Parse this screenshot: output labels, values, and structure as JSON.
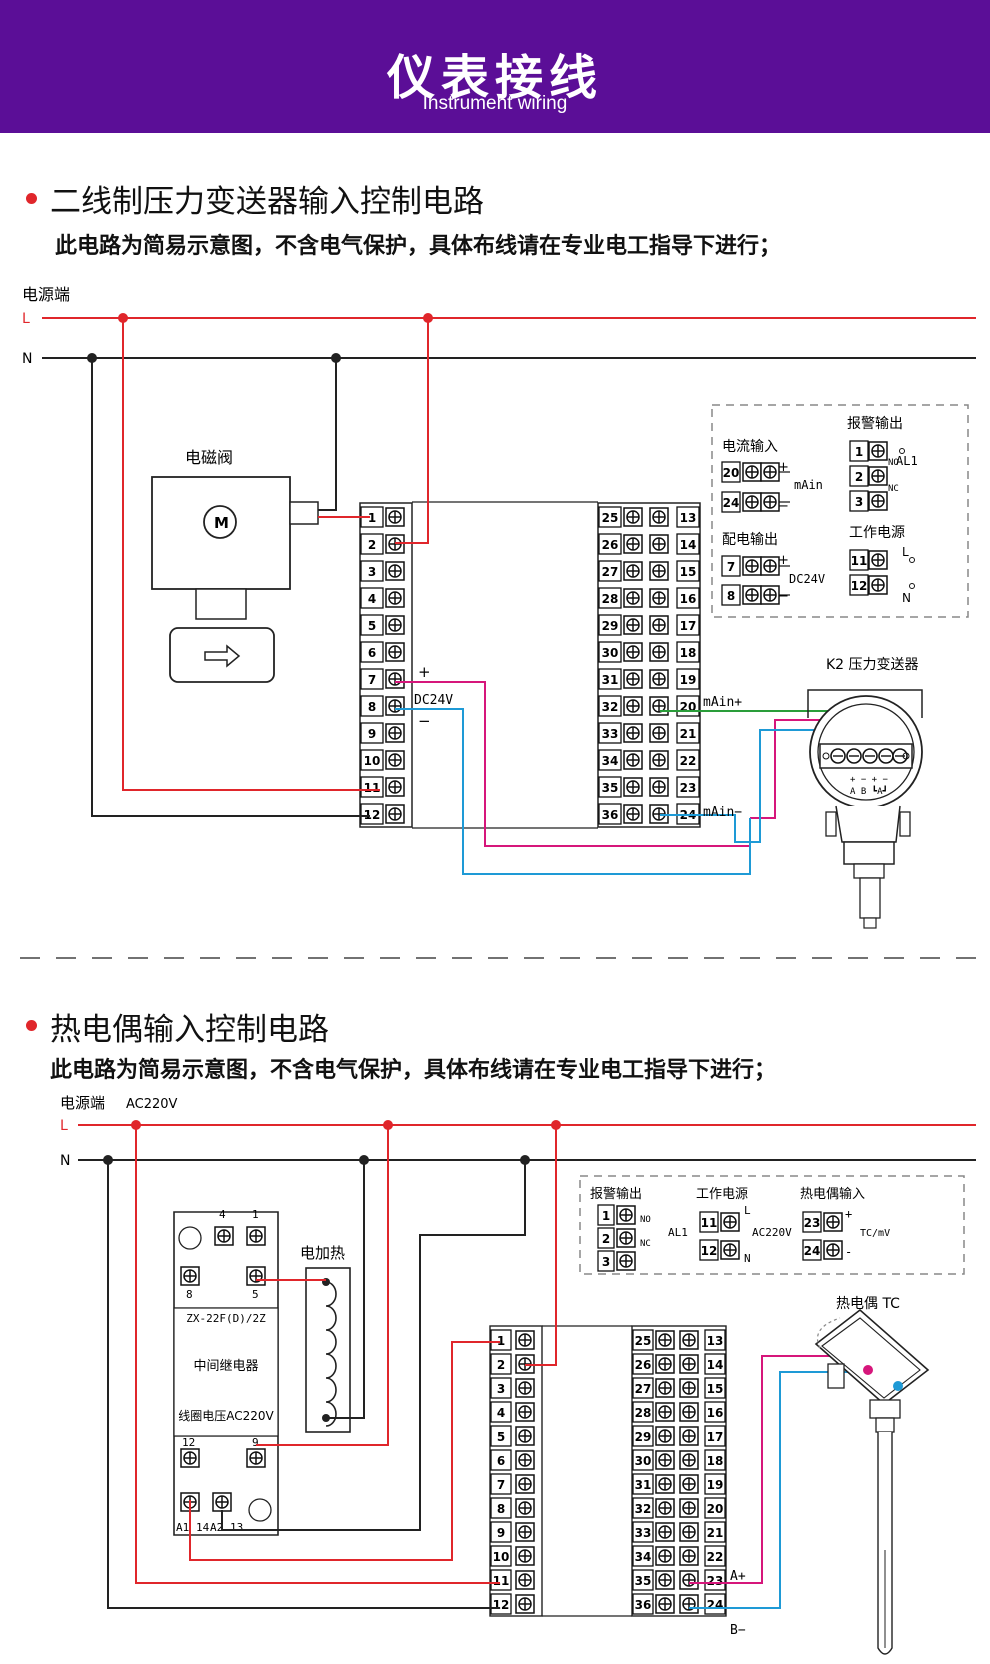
{
  "header": {
    "title": "仪表接线",
    "subtitle": "Instrument wiring"
  },
  "section1": {
    "title": "二线制压力变送器输入控制电路",
    "note": "此电路为简易示意图，不含电气保护，具体布线请在专业电工指导下进行；",
    "power_label": "电源端",
    "line_l": "L",
    "line_n": "N",
    "valve_label": "电磁阀",
    "motor_label": "M",
    "dc_plus": "+",
    "dc_label": "DC24V",
    "dc_minus": "−",
    "main_plus": "mAin+",
    "main_minus": "mAin−",
    "legend": {
      "current_input": "电流输入",
      "alarm_output": "报警输出",
      "distribution_output": "配电输出",
      "work_power": "工作电源",
      "main": "mAin",
      "dc24v": "DC24V",
      "al1": "AL1",
      "no": "NO",
      "nc": "NC",
      "plus": "+",
      "minus": "−",
      "l": "L",
      "n": "N"
    },
    "transmitter": {
      "label": "K2 压力变送器",
      "terms": "+  −  +  −",
      "terms2": "A  B  ┗A┛"
    }
  },
  "section2": {
    "title": "热电偶输入控制电路",
    "note": "此电路为简易示意图，不含电气保护，具体布线请在专业电工指导下进行；",
    "power_label": "电源端",
    "power_ac": "AC220V",
    "line_l": "L",
    "line_n": "N",
    "heater_label": "电加热",
    "relay": {
      "model": "ZX-22F(D)/2Z",
      "name": "中间继电器",
      "coil": "线圈电压AC220V",
      "t4": "4",
      "t1": "1",
      "t8": "8",
      "t5": "5",
      "t12": "12",
      "t9": "9",
      "a1": "A1",
      "t14": "14",
      "a2": "A2",
      "t13": "13"
    },
    "a_plus": "A+",
    "b_minus": "B−",
    "thermocouple_label": "热电偶 TC",
    "legend": {
      "alarm_output": "报警输出",
      "work_power": "工作电源",
      "tc_input": "热电偶输入",
      "al1": "AL1",
      "no": "NO",
      "nc": "NC",
      "l": "L",
      "n": "N",
      "ac220v": "AC220V",
      "tcmv": "TC/mV",
      "plus": "+",
      "minus": "-"
    }
  },
  "colors": {
    "banner": "#5b0e97",
    "live": "#e0262b",
    "neutral": "#222222",
    "magenta": "#d6167b",
    "blue": "#1e9ad6",
    "green": "#2a9d3a"
  }
}
